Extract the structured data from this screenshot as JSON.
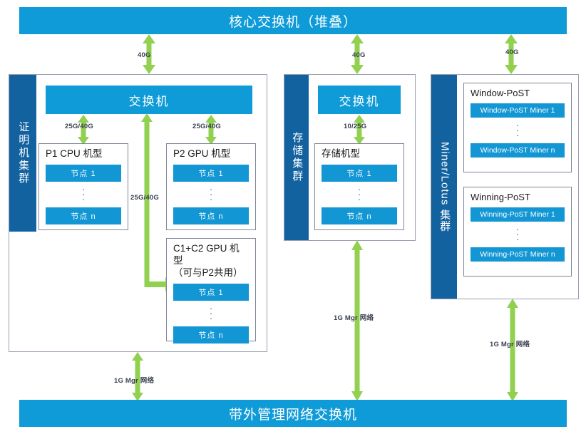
{
  "top_banner": {
    "label": "核心交换机（堆叠）"
  },
  "bottom_banner": {
    "label": "带外管理网络交换机"
  },
  "clusters": [
    {
      "id": "proof",
      "tab_label": "证明机集群",
      "switch_label": "交换机",
      "groups": [
        {
          "title": "P1 CPU 机型",
          "nodes": [
            "节点 1",
            "节点 n"
          ]
        },
        {
          "title": "P2 GPU 机型",
          "nodes": [
            "节点 1",
            "节点 n"
          ]
        },
        {
          "title": "C1+C2 GPU 机型\n（可与P2共用）",
          "nodes": [
            "节点 1",
            "节点 n"
          ]
        }
      ]
    },
    {
      "id": "storage",
      "tab_label": "存储集群",
      "switch_label": "交换机",
      "groups": [
        {
          "title": "存储机型",
          "nodes": [
            "节点 1",
            "节点 n"
          ]
        }
      ]
    },
    {
      "id": "miner",
      "tab_label": "Miner/Lotus 集群",
      "groups": [
        {
          "title": "Window-PoST",
          "nodes": [
            "Window-PoST Miner 1",
            "Window-PoST Miner n"
          ]
        },
        {
          "title": "Winning-PoST",
          "nodes": [
            "Winning-PoST Miner 1",
            "Winning-PoST Miner n"
          ]
        }
      ]
    }
  ],
  "links": {
    "core_to_proof": "40G",
    "core_to_storage": "40G",
    "core_to_miner": "40G",
    "proof_switch_to_p1": "25G/40G",
    "proof_switch_to_p2": "25G/40G",
    "proof_switch_to_c1c2": "25G/40G",
    "storage_switch_to_nodes": "10/25G",
    "proof_to_mgmt": "1G Mgr 网络",
    "storage_to_mgmt": "1G Mgr 网络",
    "miner_to_mgmt": "1G Mgr 网络"
  },
  "colors": {
    "banner_blue": "#0F9BD7",
    "tab_navy": "#1362A0",
    "node_blue": "#1296D4",
    "arrow_green": "#92D050",
    "frame_gray": "#9aa0b0"
  }
}
